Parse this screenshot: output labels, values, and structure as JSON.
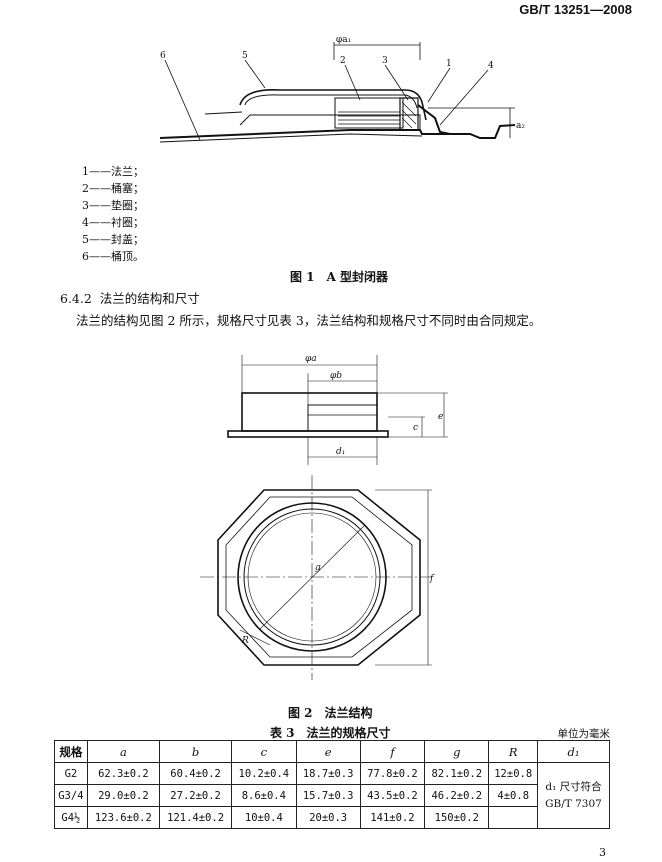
{
  "header": {
    "standard_no": "GB/T 13251—2008"
  },
  "figure1": {
    "dimension_phi": "φa₁",
    "dimension_h": "a₂",
    "callouts": [
      "1",
      "2",
      "3",
      "4",
      "5",
      "6"
    ],
    "legend": [
      "1——法兰；",
      "2——桶塞；",
      "3——垫圈；",
      "4——衬圈；",
      "5——封盖；",
      "6——桶顶。"
    ],
    "caption": "图 1　A 型封闭器"
  },
  "section": {
    "number": "6.4.2",
    "title": "法兰的结构和尺寸",
    "paragraph": "法兰的结构见图 2 所示，规格尺寸见表 3，法兰结构和规格尺寸不同时由合同规定。"
  },
  "figure2": {
    "labels": {
      "a": "φa",
      "b": "φb",
      "c": "c",
      "e": "e",
      "d1": "d₁",
      "f": "f",
      "g": "g",
      "R": "R"
    },
    "caption": "图 2　法兰结构"
  },
  "table3": {
    "caption": "表 3　法兰的规格尺寸",
    "unit": "单位为毫米",
    "headers": [
      "规格",
      "a",
      "b",
      "c",
      "e",
      "f",
      "g",
      "R",
      "d₁"
    ],
    "rows": [
      [
        "G2",
        "62.3±0.2",
        "60.4±0.2",
        "10.2±0.4",
        "18.7±0.3",
        "77.8±0.2",
        "82.1±0.2",
        "12±0.8"
      ],
      [
        "G3/4",
        "29.0±0.2",
        "27.2±0.2",
        "8.6±0.4",
        "15.7±0.3",
        "43.5±0.2",
        "46.2±0.2",
        "4±0.8"
      ],
      [
        "G4½",
        "123.6±0.2",
        "121.4±0.2",
        "10±0.4",
        "20±0.3",
        "141±0.2",
        "150±0.2",
        ""
      ]
    ],
    "d1_note_line1": "d₁ 尺寸符合",
    "d1_note_line2": "GB/T 7307"
  },
  "page_number": "3"
}
